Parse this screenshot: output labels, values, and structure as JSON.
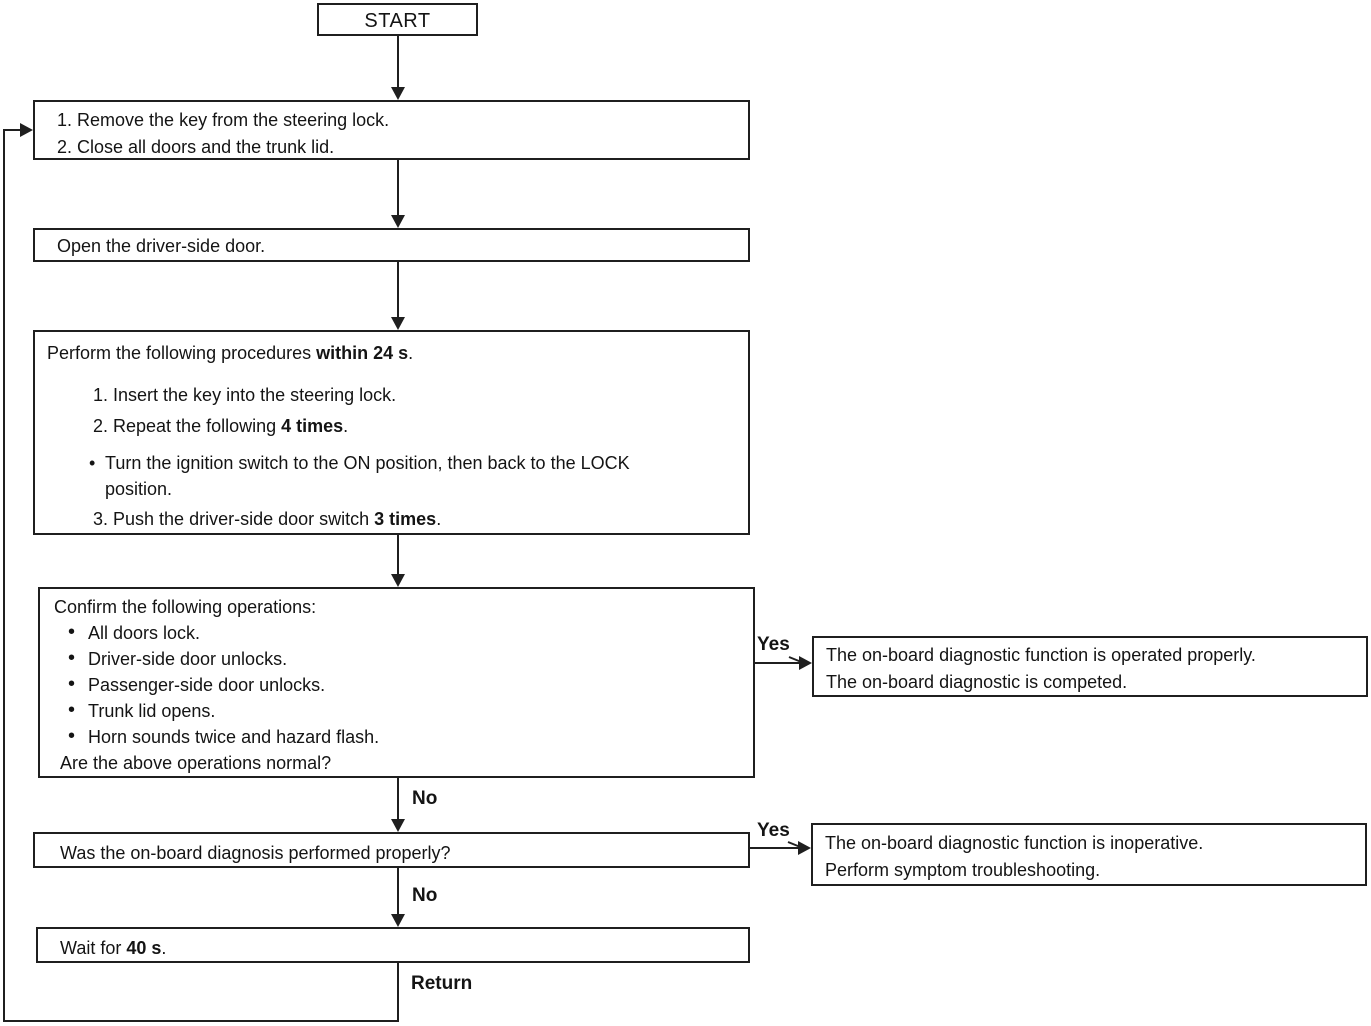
{
  "colors": {
    "line": "#1f1f1f",
    "text": "#141414",
    "bg": "#ffffff"
  },
  "flow": {
    "start": {
      "label": "START"
    },
    "prepare": {
      "line1": "1. Remove the key from the steering lock.",
      "line2": "2. Close all doors and the trunk lid."
    },
    "open_door": {
      "text": "Open the driver-side door."
    },
    "procedures": {
      "intro": {
        "pre": "Perform the following procedures ",
        "bold": "within 24 s",
        "post": "."
      },
      "item1": "1. Insert the key into the steering lock.",
      "item2": {
        "pre": "2. Repeat the following ",
        "bold": "4 times",
        "post": "."
      },
      "bullet_line1": "Turn the ignition switch to the ON position, then back to the LOCK",
      "bullet_line2": "position.",
      "item3": {
        "pre": "3. Push the driver-side door switch ",
        "bold": "3 times",
        "post": "."
      }
    },
    "confirm": {
      "intro": "Confirm the following operations:",
      "bullets": [
        "All doors lock.",
        "Driver-side door unlocks.",
        "Passenger-side door unlocks.",
        "Trunk lid opens.",
        "Horn sounds twice and hazard flash."
      ],
      "question": "Are the above operations normal?"
    },
    "result_proper": {
      "line1": "The on-board diagnostic function is operated properly.",
      "line2": "The on-board diagnostic is competed."
    },
    "check_performed": {
      "text": "Was the on-board diagnosis performed properly?"
    },
    "result_inoperative": {
      "line1": "The on-board diagnostic function is inoperative.",
      "line2": "Perform symptom troubleshooting."
    },
    "wait": {
      "pre": "Wait for ",
      "bold": "40 s",
      "post": "."
    },
    "labels": {
      "yes_confirm": "Yes",
      "no_confirm": "No",
      "yes_check": "Yes",
      "no_check": "No",
      "return": "Return"
    }
  }
}
